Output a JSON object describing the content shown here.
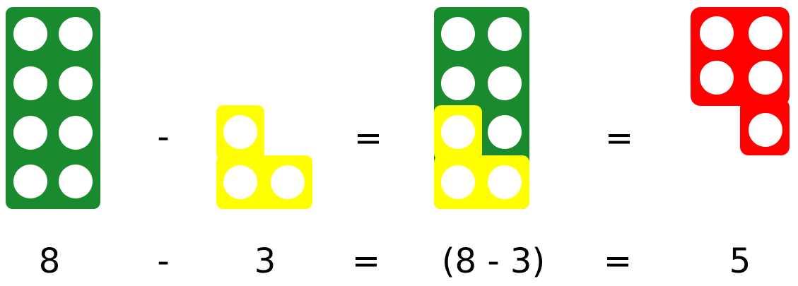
{
  "colors": {
    "green": "#1a8a2e",
    "yellow": "#ffff00",
    "red": "#ff0000",
    "hole": "#ffffff"
  },
  "pictures": {
    "operator_minus": "-",
    "operator_equals_1": "=",
    "operator_equals_2": "="
  },
  "labels": {
    "first": "8",
    "minus": "-",
    "second": "3",
    "equals_1": "=",
    "expression": "(8 - 3)",
    "equals_2": "=",
    "result": "5"
  }
}
